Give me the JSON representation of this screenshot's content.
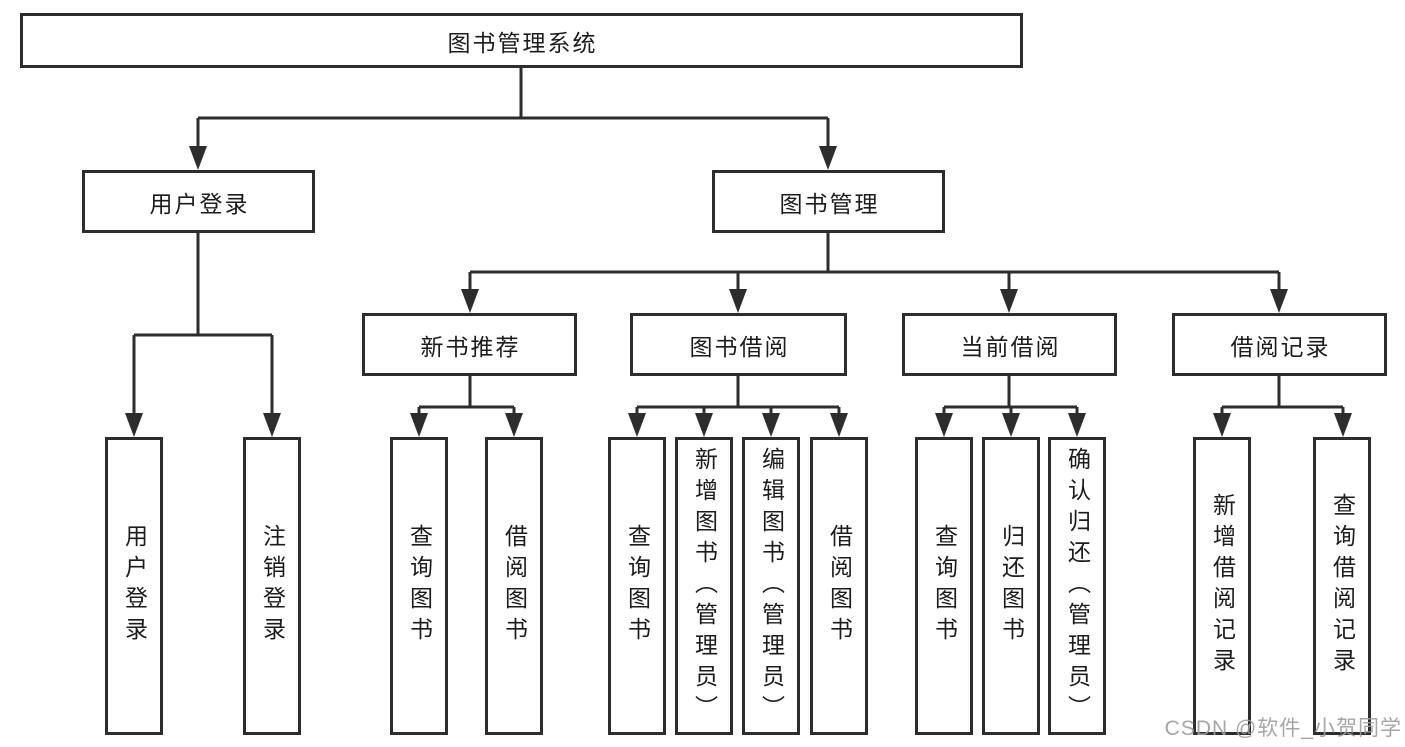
{
  "watermark": "CSDN @软件_小贺同学",
  "colors": {
    "line": "#2d2d2d",
    "box_border": "#2d2d2d",
    "box_fill": "#ffffff",
    "text": "#1c1c1c",
    "watermark": "#9e9e9e",
    "background": "#ffffff"
  },
  "diagram": {
    "type": "tree",
    "root": {
      "label": "图书管理系统",
      "children": [
        {
          "label": "用户登录",
          "children": [
            {
              "label": "用户登录"
            },
            {
              "label": "注销登录"
            }
          ]
        },
        {
          "label": "图书管理",
          "children": [
            {
              "label": "新书推荐",
              "children": [
                {
                  "label": "查询图书"
                },
                {
                  "label": "借阅图书"
                }
              ]
            },
            {
              "label": "图书借阅",
              "children": [
                {
                  "label": "查询图书"
                },
                {
                  "label": "新增图书（管理员）"
                },
                {
                  "label": "编辑图书（管理员）"
                },
                {
                  "label": "借阅图书"
                }
              ]
            },
            {
              "label": "当前借阅",
              "children": [
                {
                  "label": "查询图书"
                },
                {
                  "label": "归还图书"
                },
                {
                  "label": "确认归还（管理员）"
                }
              ]
            },
            {
              "label": "借阅记录",
              "children": [
                {
                  "label": "新增借阅记录"
                },
                {
                  "label": "查询借阅记录"
                }
              ]
            }
          ]
        }
      ]
    }
  }
}
